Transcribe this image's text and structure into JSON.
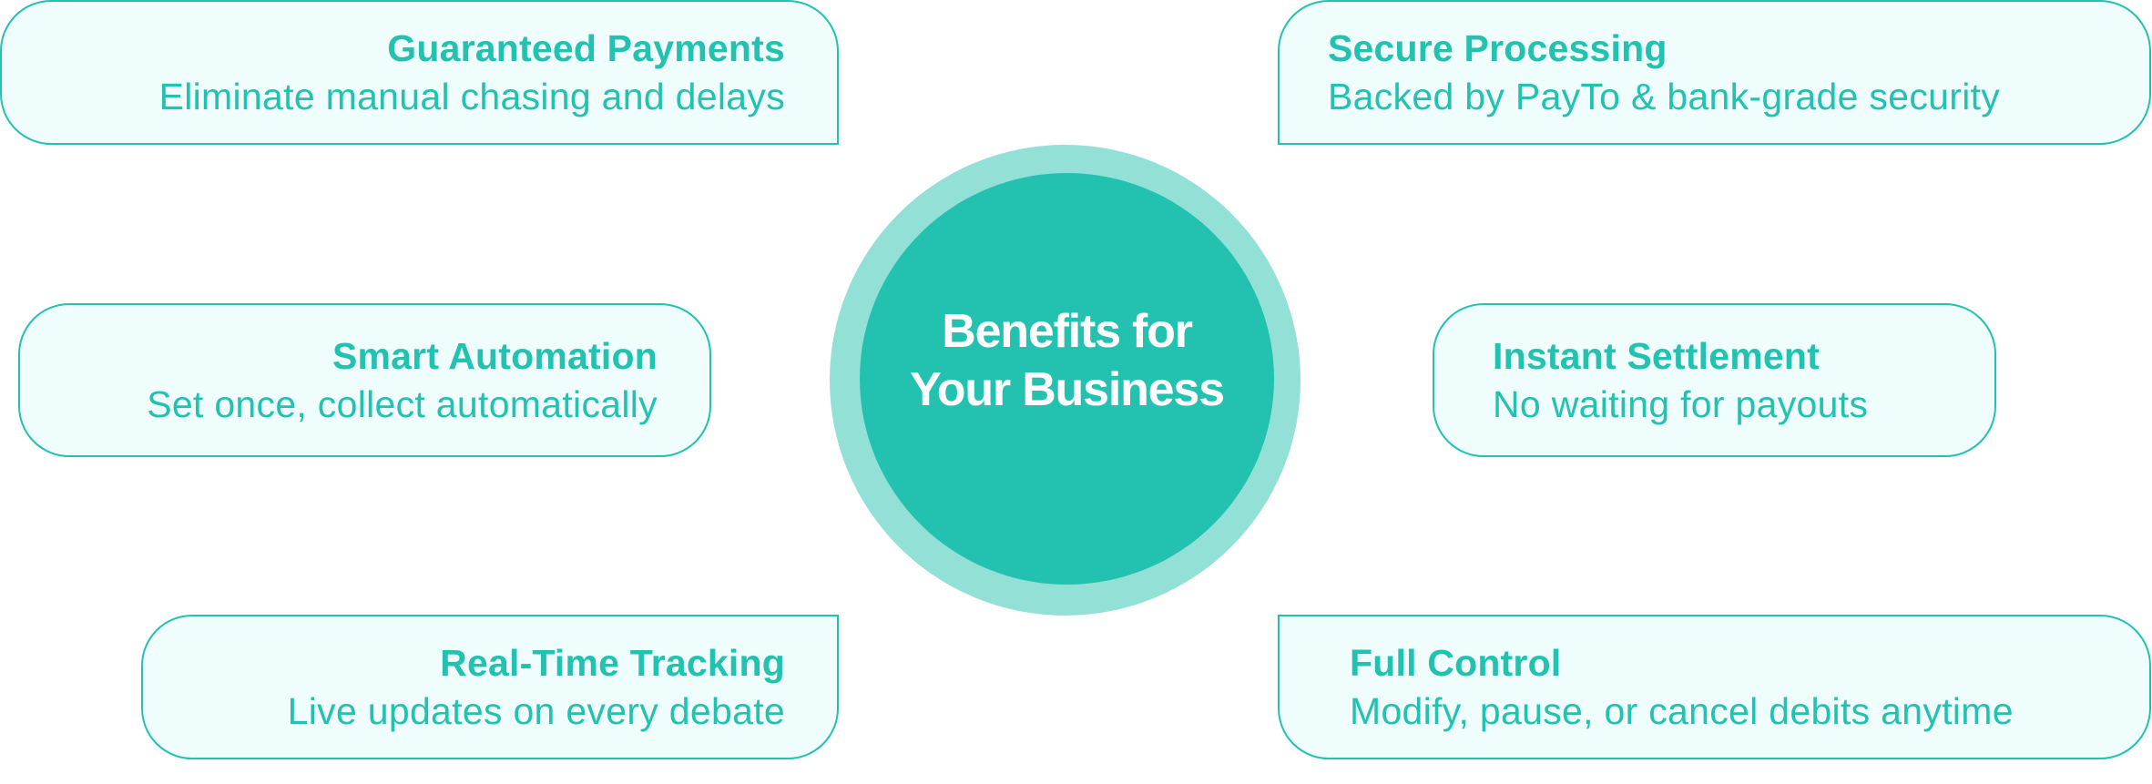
{
  "diagram": {
    "center": {
      "line1": "Benefits for",
      "line2": "Your Business"
    },
    "benefits": [
      {
        "title": "Guaranteed Payments",
        "description": "Eliminate manual chasing and delays",
        "position": "top-left"
      },
      {
        "title": "Secure Processing",
        "description": "Backed by PayTo & bank-grade security",
        "position": "top-right"
      },
      {
        "title": "Smart Automation",
        "description": "Set once, collect automatically",
        "position": "middle-left"
      },
      {
        "title": "Instant Settlement",
        "description": "No waiting for payouts",
        "position": "middle-right"
      },
      {
        "title": "Real-Time Tracking",
        "description": "Live updates on every debate",
        "position": "bottom-left"
      },
      {
        "title": "Full Control",
        "description": "Modify, pause, or cancel debits anytime",
        "position": "bottom-right"
      }
    ]
  },
  "colors": {
    "accent": "#23c2b0",
    "accent_light": "#93e0d7",
    "card_background": "#effefd",
    "hub_text": "#ffffff"
  }
}
